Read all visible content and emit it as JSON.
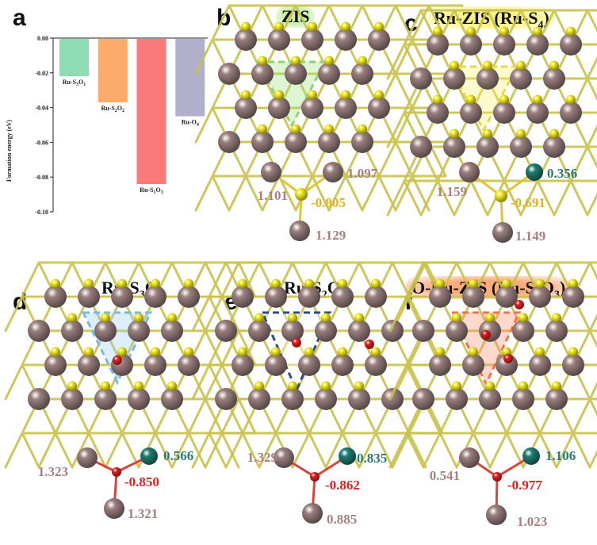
{
  "panel_letters": {
    "a": "a",
    "b": "b",
    "c": "c",
    "d": "d",
    "e": "e",
    "f": "f"
  },
  "chart_data": {
    "type": "bar",
    "ylabel": "Formation energy (eV)",
    "ylim": [
      -0.1,
      0.0
    ],
    "yticks": [
      "0.00",
      "-0.02",
      "-0.04",
      "-0.06",
      "-0.08",
      "-0.10"
    ],
    "categories": [
      "Ru-S3O1",
      "Ru-S2O2",
      "Ru-S1O3",
      "Ru-O4"
    ],
    "category_parts": [
      [
        "Ru-S",
        "3",
        "O",
        "1"
      ],
      [
        "Ru-S",
        "2",
        "O",
        "2"
      ],
      [
        "Ru-S",
        "1",
        "O",
        "3"
      ],
      [
        "Ru-O",
        "4",
        "",
        ""
      ]
    ],
    "values": [
      -0.022,
      -0.037,
      -0.084,
      -0.045
    ],
    "colors": [
      "#8fdcb4",
      "#fbac6a",
      "#fa7a7c",
      "#b0b0cc"
    ]
  },
  "panels": {
    "b": {
      "title_parts": [
        "ZIS",
        "",
        ""
      ],
      "charges": {
        "left": "1.101",
        "right": "1.097",
        "center": "-0.805",
        "bottom": "1.129"
      }
    },
    "c": {
      "title_parts": [
        "Ru-ZIS (Ru-S",
        "4",
        ")"
      ],
      "charges": {
        "left": "1.159",
        "right": "0.356",
        "center": "-0.691",
        "bottom": "1.149"
      }
    },
    "d": {
      "title_parts": [
        "Ru-S",
        "3",
        "O",
        "1"
      ],
      "charges": {
        "left": "1.323",
        "right": "0.566",
        "center": "-0.850",
        "bottom": "1.321"
      }
    },
    "e": {
      "title_parts": [
        "Ru-S",
        "2",
        "O",
        "2"
      ],
      "charges": {
        "left": "1.329",
        "right": "0.835",
        "center": "-0.862",
        "bottom": "0.885"
      }
    },
    "f": {
      "title_parts": [
        "O-Ru-ZIS (Ru-S",
        "1",
        "O",
        "3",
        ")"
      ],
      "charges": {
        "left": "0.541",
        "right": "1.106",
        "center": "-0.977",
        "bottom": "1.023"
      }
    }
  },
  "colors": {
    "zn": "#9a7f7f",
    "s": "#f2ea1c",
    "ru": "#1f7c72",
    "o": "#e0201e",
    "zn_label": "#a98080",
    "s_label": "#e4b21c",
    "ru_label": "#2a7a70",
    "o_label": "#e02020"
  }
}
